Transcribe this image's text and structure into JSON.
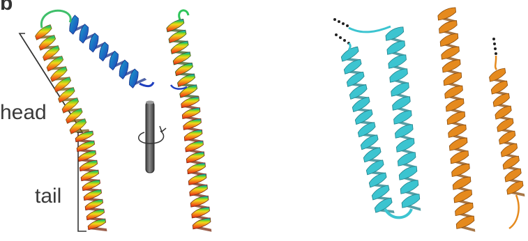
{
  "panel_letter": "b",
  "labels": {
    "head": "head",
    "tail": "tail"
  },
  "colors": {
    "helix_left_gradient": [
      "#1f3fbf",
      "#1aa6c8",
      "#2ec45a",
      "#a6d81c",
      "#f2d51a",
      "#f39a1a",
      "#ef5a17",
      "#d8251a"
    ],
    "cyan_helix": "#3cc4d0",
    "orange_helix": "#e58a1e",
    "bracket": "#333333",
    "rotation_axis": "#555555"
  },
  "icons": {
    "rotation_axis": "rotation-axis-icon",
    "rotation_arrow": "rotation-arrow-icon"
  }
}
